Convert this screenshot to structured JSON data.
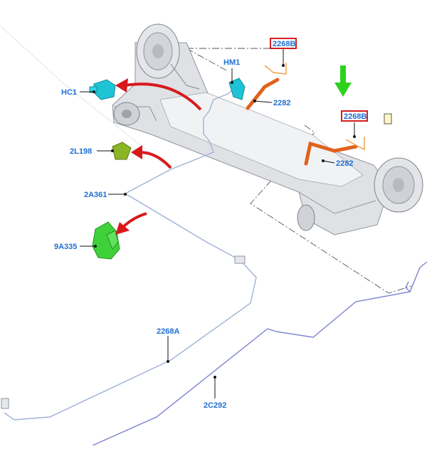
{
  "labels": {
    "hc1": "HC1",
    "hm1": "HM1",
    "l198": "2L198",
    "a361": "2A361",
    "a335": "9A335",
    "b2268_left": "2268B",
    "b2268_right": "2268B",
    "p2282_upper": "2282",
    "p2282_lower": "2282",
    "a2268": "2268A",
    "c292": "2C292"
  },
  "colors": {
    "label_text": "#1f6fd1",
    "callout_box": "#d21e1e",
    "red_arrow": "#d7191c",
    "green_arrow": "#2dd21e",
    "cyan_part": "#1fc3d6",
    "green_part": "#3fd13a",
    "olive_part": "#8cb526",
    "hose": "#e0621c",
    "axle": "#dfe1e5",
    "brake_line": "#9fb3d6",
    "cable": "#7d82cf"
  },
  "icons": [
    "red-arrow-icon",
    "green-down-arrow-icon",
    "small-yellow-square-icon"
  ]
}
